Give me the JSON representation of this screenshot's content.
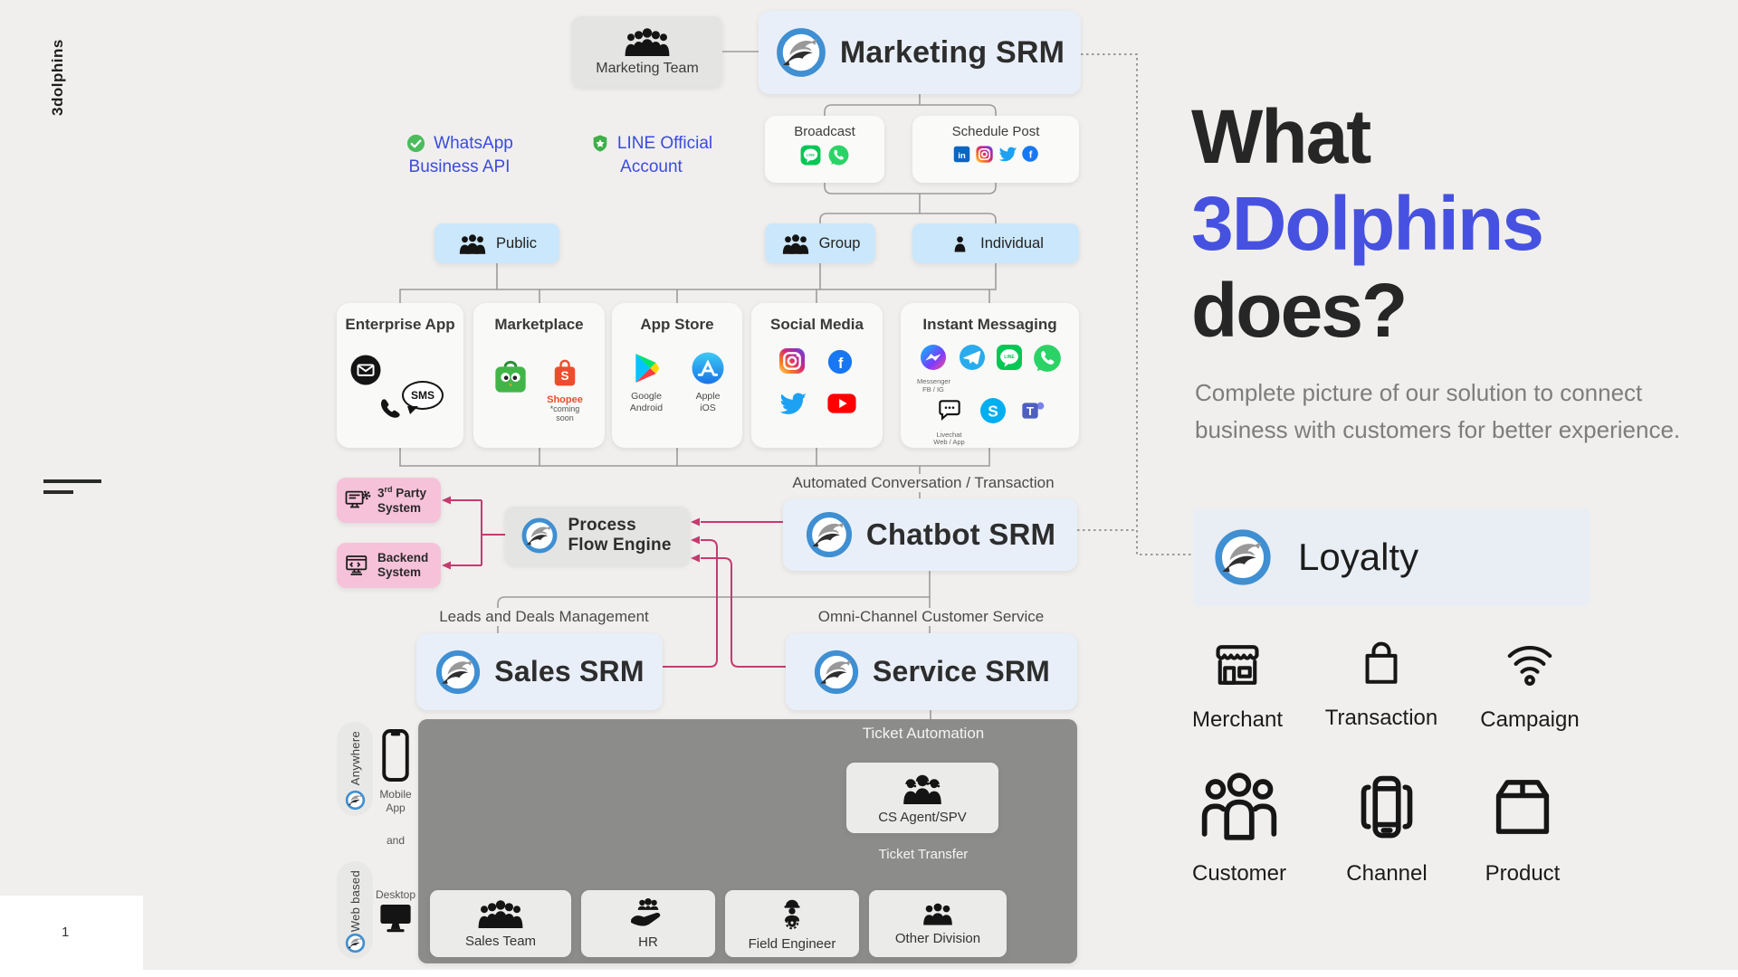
{
  "brand": {
    "vertical_logo": "3dolphins",
    "page_number": "1"
  },
  "headline": {
    "line1": "What",
    "line2": "3Dolphins",
    "line3": "does?",
    "accent_color": "#4751e0",
    "description": "Complete picture of our solution to connect business with customers for better experience."
  },
  "loyalty": {
    "label": "Loyalty",
    "icon": "dolphin-logo-icon"
  },
  "features": {
    "row1": [
      {
        "label": "Merchant",
        "icon": "storefront-icon"
      },
      {
        "label": "Transaction",
        "icon": "shopping-bag-icon"
      },
      {
        "label": "Campaign",
        "icon": "signal-waves-icon"
      }
    ],
    "row2": [
      {
        "label": "Customer",
        "icon": "people-outline-icon"
      },
      {
        "label": "Channel",
        "icon": "mobile-device-icon"
      },
      {
        "label": "Product",
        "icon": "package-box-icon"
      }
    ]
  },
  "diagram": {
    "marketing_team": "Marketing Team",
    "marketing_srm": "Marketing SRM",
    "integrations": {
      "whatsapp_line1": "WhatsApp",
      "whatsapp_line2": "Business API",
      "line_line1": "LINE Official",
      "line_line2": "Account"
    },
    "broadcast": "Broadcast",
    "schedule_post": "Schedule Post",
    "audience": {
      "public": "Public",
      "group": "Group",
      "individual": "Individual"
    },
    "channels": {
      "enterprise": {
        "title": "Enterprise App",
        "sms_text": "SMS",
        "icons": [
          "email-icon",
          "sms-icon",
          "phone-icon"
        ]
      },
      "marketplace": {
        "title": "Marketplace",
        "shopee_text": "Shopee",
        "note": "*coming soon",
        "icons": [
          "tokopedia-icon",
          "shopee-icon"
        ]
      },
      "appstore": {
        "title": "App Store",
        "caption_google": "Google Android",
        "caption_apple": "Apple iOS",
        "icons": [
          "google-play-icon",
          "apple-appstore-icon"
        ]
      },
      "social": {
        "title": "Social Media",
        "icons": [
          "instagram-icon",
          "facebook-icon",
          "twitter-icon",
          "youtube-icon"
        ]
      },
      "im": {
        "title": "Instant Messaging",
        "caption_messenger": "Messenger FB / IG",
        "caption_livechat": "Livechat Web / App",
        "icons": [
          "messenger-icon",
          "telegram-icon",
          "line-icon",
          "whatsapp-icon",
          "livechat-icon",
          "skype-icon",
          "teams-icon"
        ]
      }
    },
    "third_party": {
      "num": "3",
      "sup": "rd",
      "rest": " Party",
      "line2": "System"
    },
    "backend": {
      "line1": "Backend",
      "line2": "System"
    },
    "process_flow": "Process Flow Engine",
    "automated_label": "Automated Conversation / Transaction",
    "chatbot": "Chatbot SRM",
    "leads_label": "Leads and Deals Management",
    "omni_label": "Omni-Channel Customer Service",
    "sales": "Sales SRM",
    "service": "Service SRM",
    "access": {
      "anywhere": "Anywhere",
      "web_based": "Web based",
      "mobile_app": "Mobile App",
      "conjunction": "and",
      "desktop": "Desktop"
    },
    "ticket": {
      "automation": "Ticket Automation",
      "cs_agent": "CS Agent/SPV",
      "transfer": "Ticket Transfer",
      "teams": [
        "Sales Team",
        "HR",
        "Field Engineer",
        "Other Division"
      ]
    }
  },
  "logo_letters": {
    "linkedin": "in",
    "facebook": "f",
    "skype": "S",
    "teams": "T",
    "line": "LINE",
    "shopee": "S"
  },
  "colors": {
    "accent_blue": "#4751e0",
    "link_blue": "#3b4be0",
    "pink_line": "#c73a6f",
    "srm_box": "#e9eff9",
    "audience_chip": "#cbe7fb",
    "panel_gray": "#8c8c8a"
  }
}
